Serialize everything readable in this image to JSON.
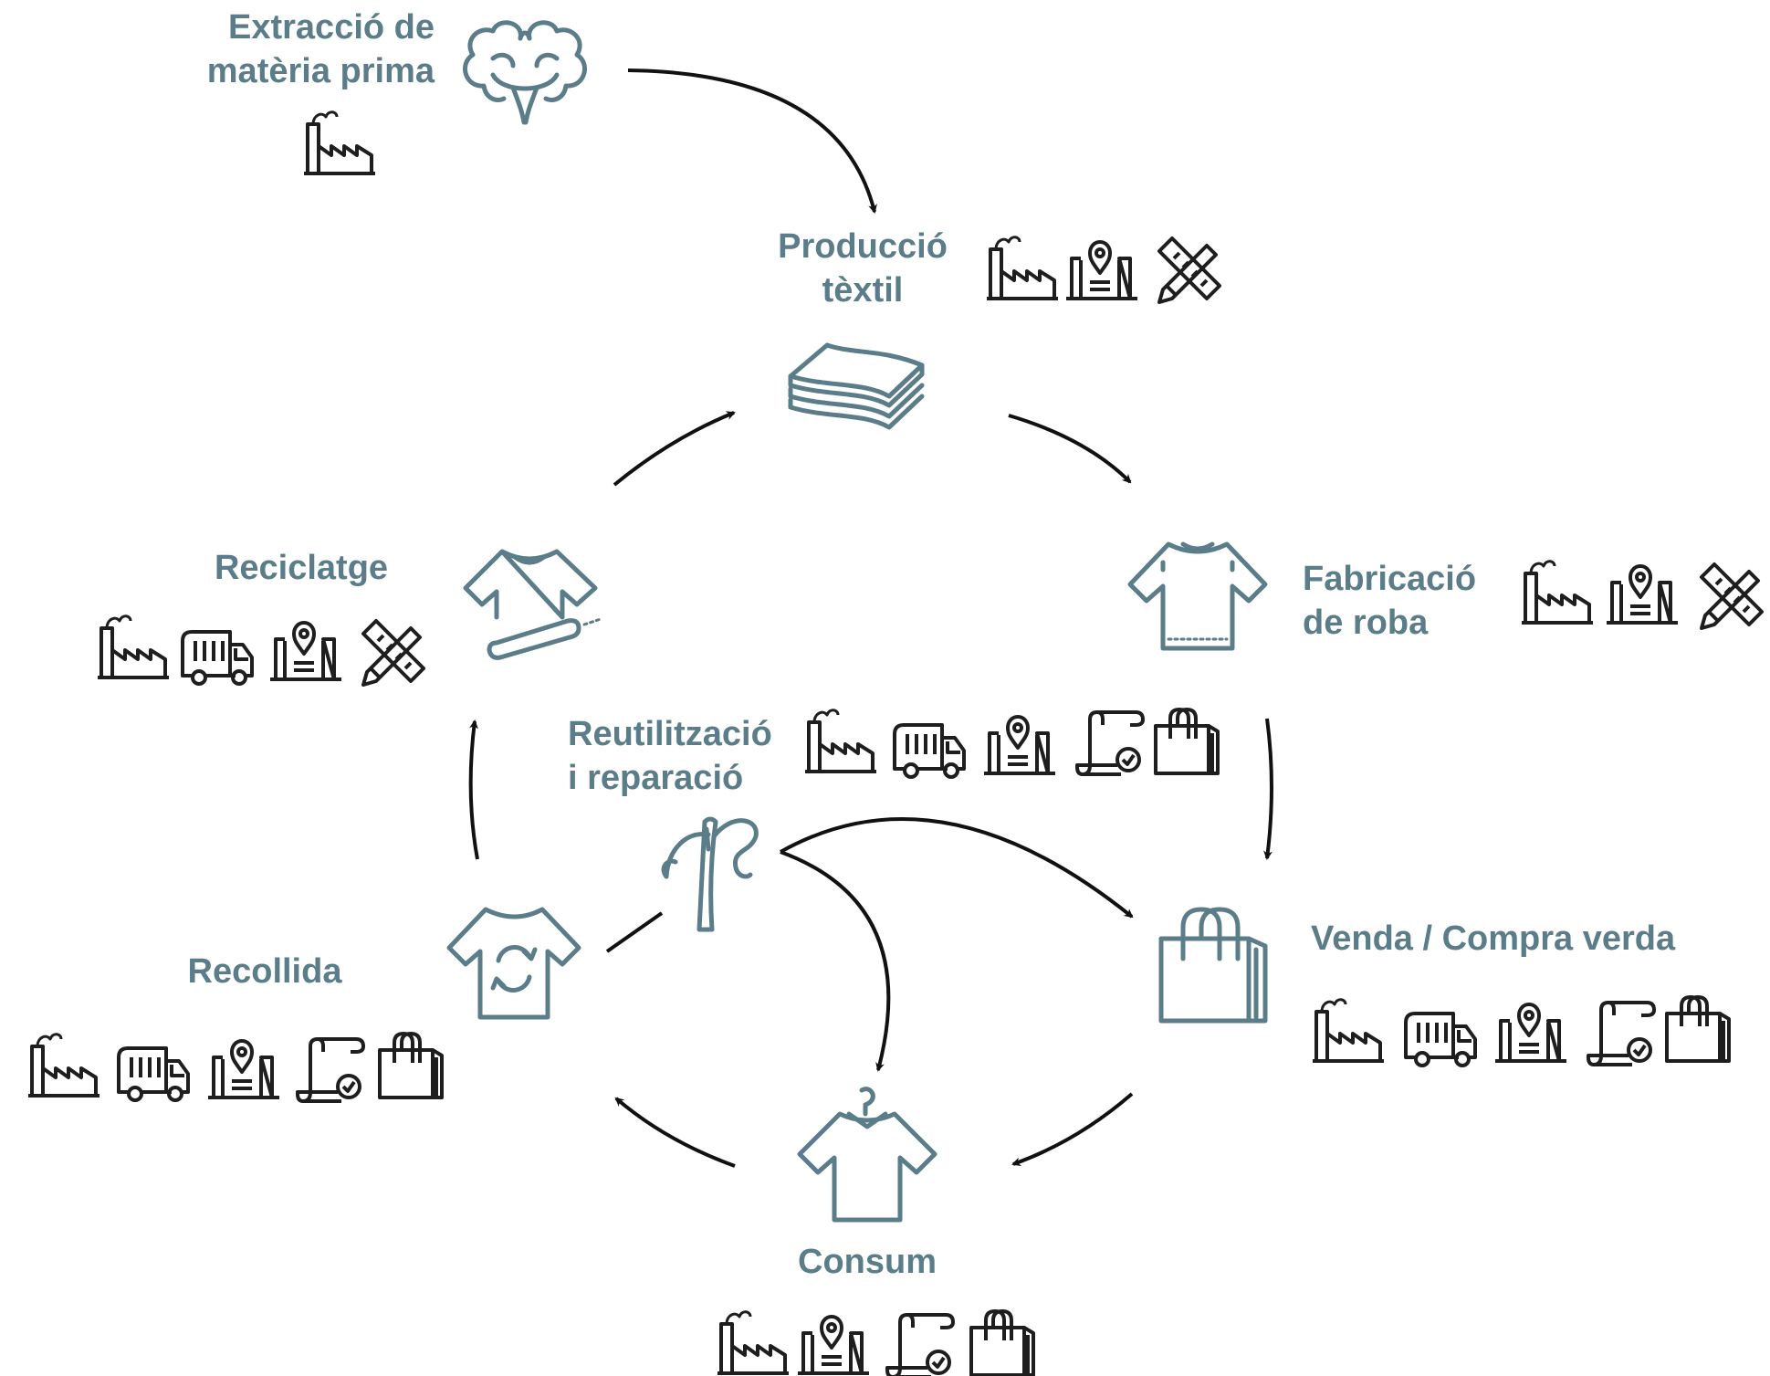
{
  "colors": {
    "accent": "#5b7d8a",
    "icon": "#1e1e1e",
    "arrow": "#111111"
  },
  "stages": {
    "extraction": {
      "line1": "Extracció de",
      "line2": "matèria prima",
      "main_icon": "cotton-icon",
      "actor_icons": [
        "factory-icon"
      ]
    },
    "textile": {
      "line1": "Producció",
      "line2": "tèxtil",
      "main_icon": "fabric-stack-icon",
      "actor_icons": [
        "factory-icon",
        "administration-icon",
        "design-icon"
      ]
    },
    "clothing": {
      "line1": "Fabricació",
      "line2": "de roba",
      "main_icon": "tshirt-icon",
      "actor_icons": [
        "factory-icon",
        "administration-icon",
        "design-icon"
      ]
    },
    "sale": {
      "line1": "Venda / Compra verda",
      "main_icon": "shopping-bag-icon",
      "actor_icons": [
        "factory-icon",
        "truck-icon",
        "administration-icon",
        "certificate-icon",
        "shopping-bag-icon"
      ]
    },
    "consumption": {
      "line1": "Consum",
      "main_icon": "tshirt-hanger-icon",
      "actor_icons": [
        "factory-icon",
        "administration-icon",
        "certificate-icon",
        "shopping-bag-icon"
      ]
    },
    "collection": {
      "line1": "Recollida",
      "main_icon": "tshirt-recycle-icon",
      "actor_icons": [
        "factory-icon",
        "truck-icon",
        "administration-icon",
        "certificate-icon",
        "shopping-bag-icon"
      ]
    },
    "recycling": {
      "line1": "Reciclatge",
      "main_icon": "tshirt-thread-icon",
      "actor_icons": [
        "factory-icon",
        "truck-icon",
        "administration-icon",
        "design-icon"
      ]
    },
    "reuse": {
      "line1": "Reutilització",
      "line2": "i reparació",
      "main_icon": "needle-thread-icon",
      "actor_icons": [
        "factory-icon",
        "truck-icon",
        "administration-icon",
        "certificate-icon",
        "shopping-bag-icon"
      ]
    }
  }
}
